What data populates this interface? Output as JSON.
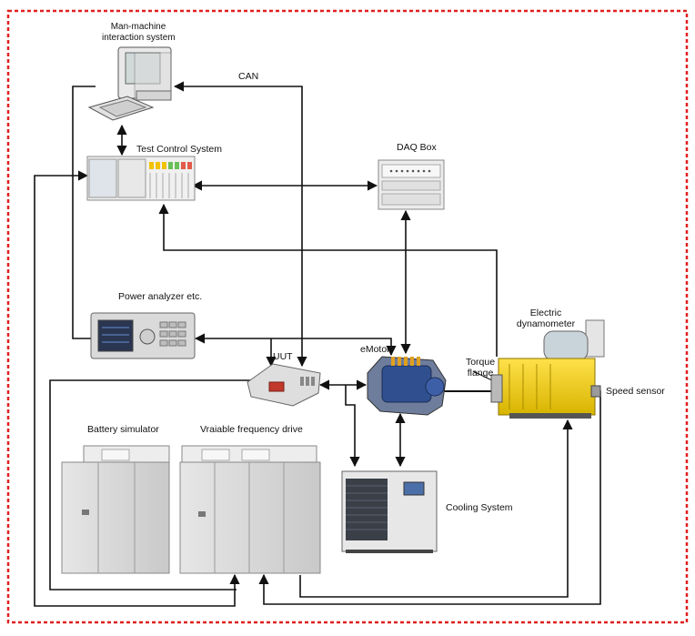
{
  "labels": {
    "hmi": [
      "Man-machine",
      "interaction system"
    ],
    "can": "CAN",
    "test_control": "Test Control System",
    "daq_box": "DAQ Box",
    "power_analyzer": "Power analyzer etc.",
    "electric_dyno": [
      "Electric",
      "dynamometer"
    ],
    "uut": "UUT",
    "emotor": "eMotor",
    "torque_flange": [
      "Torque",
      "flange"
    ],
    "speed_sensor": "Speed sensor",
    "battery_sim": "Battery simulator",
    "vfd": "Vraiable frequency drive",
    "cooling": "Cooling System"
  },
  "colors": {
    "border": "#e02020",
    "line": "#111111",
    "cabinet": "#d9d9d9",
    "motor_yellow": "#f2d200",
    "emotor_blue": "#2f4f8f"
  }
}
